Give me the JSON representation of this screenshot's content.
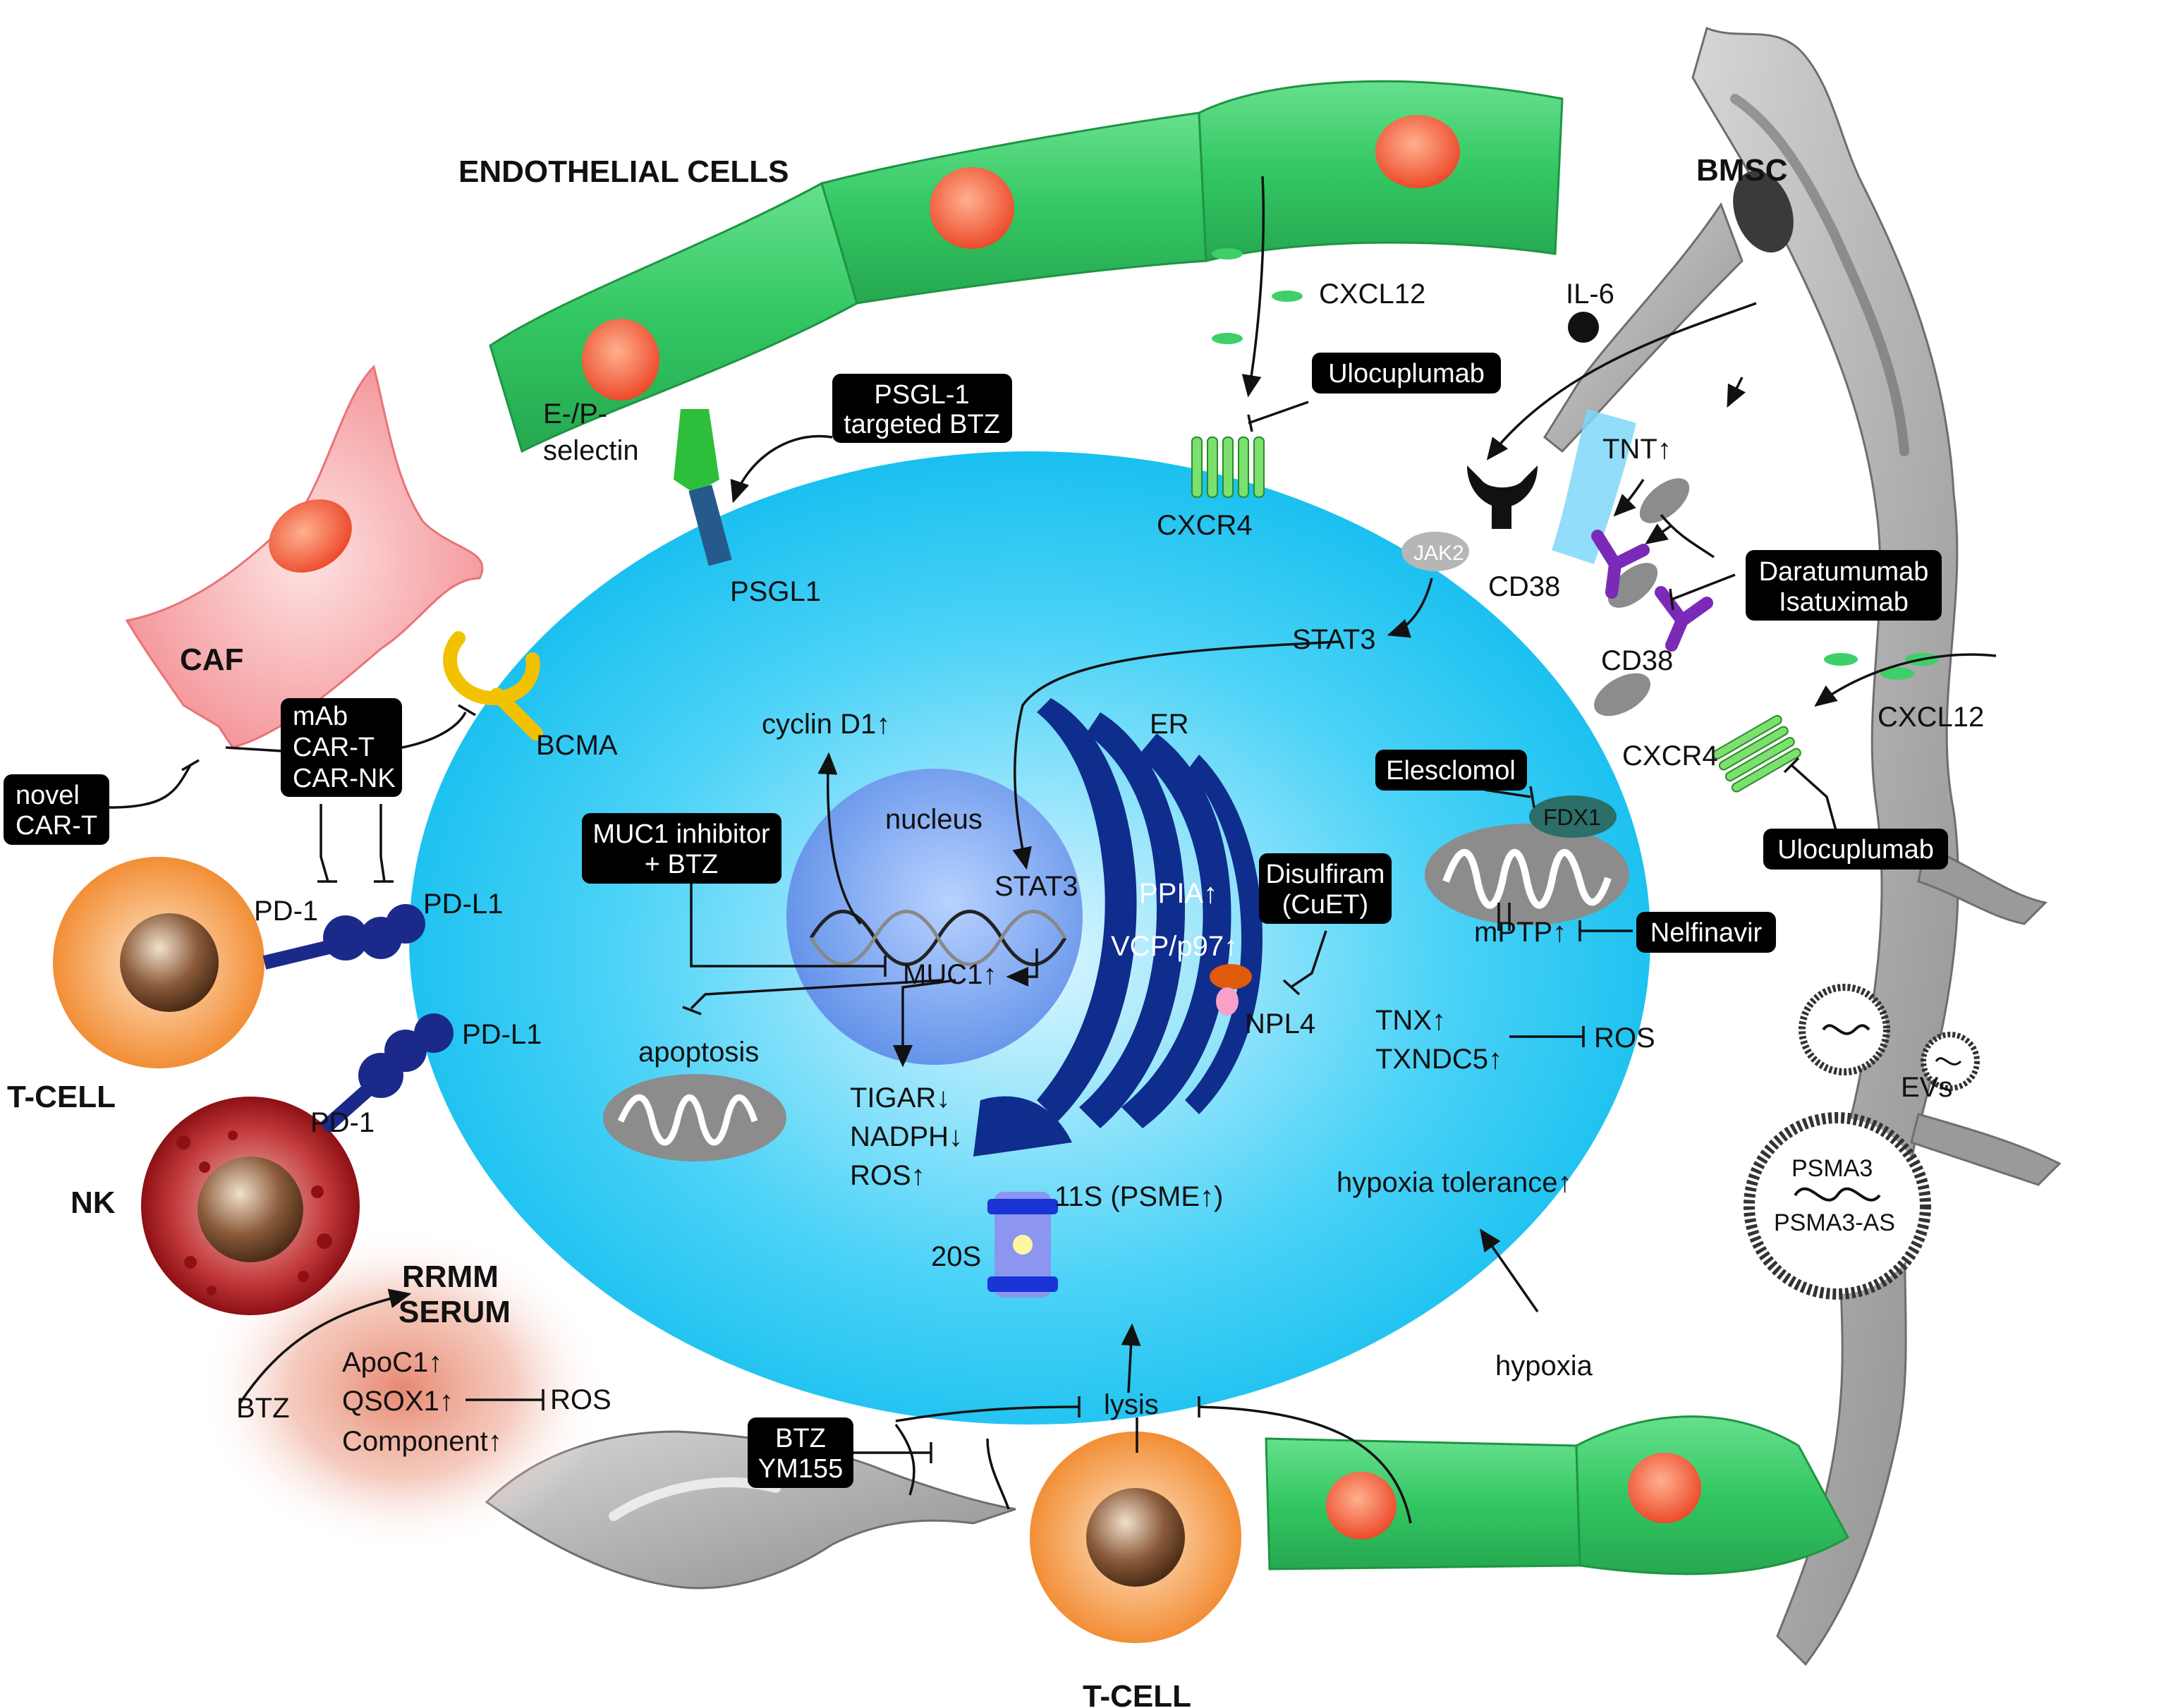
{
  "labels": {
    "endothelial_cells": "ENDOTHELIAL CELLS",
    "bmsc": "BMSC",
    "caf": "CAF",
    "tcell_left": "T-CELL",
    "tcell_bottom": "T-CELL",
    "nk": "NK",
    "rrmm_serum_line1": "RRMM",
    "rrmm_serum_line2": "SERUM",
    "cxcl12_top": "CXCL12",
    "cxcl12_right": "CXCL12",
    "il6": "IL-6",
    "e_p_selectin_line1": "E-/P-",
    "e_p_selectin_line2": "selectin",
    "psgl1": "PSGL1",
    "cxcr4_top": "CXCR4",
    "cxcr4_right": "CXCR4",
    "jak2": "JAK2",
    "cd38_left": "CD38",
    "cd38_right": "CD38",
    "tnt": "TNT↑",
    "stat3_top": "STAT3",
    "stat3_nucleus": "STAT3",
    "bcma": "BCMA",
    "cyclin_d1": "cyclin D1↑",
    "er": "ER",
    "nucleus": "nucleus",
    "ppia": "PPIA↑",
    "vcp": "VCP/p97↑",
    "npl4": "NPL4",
    "muc1": "MUC1↑",
    "apoptosis": "apoptosis",
    "tigar": "TIGAR↓",
    "nadph": "NADPH↓",
    "ros_cell": "ROS↑",
    "fdx1": "FDX1",
    "mptp": "mPTP↑",
    "tnx": "TNX↑",
    "txndc5": "TXNDC5↑",
    "ros_right": "ROS",
    "evs": "EVs",
    "psma3": "PSMA3",
    "psma3_as": "PSMA3-AS",
    "hypoxia_tolerance": "hypoxia tolerance↑",
    "hypoxia": "hypoxia",
    "s11": "11S (PSME↑)",
    "s20": "20S",
    "pd1_upper": "PD-1",
    "pdl1_upper": "PD-L1",
    "pd1_lower": "PD-1",
    "pdl1_lower": "PD-L1",
    "btz_serum": "BTZ",
    "apoc1": "ApoC1↑",
    "qsox1": "QSOX1↑",
    "component": "Component↑",
    "ros_serum": "ROS",
    "lysis": "lysis"
  },
  "boxes": {
    "psgl1_btz": [
      "PSGL-1",
      "targeted BTZ"
    ],
    "ulocuplumab_top": [
      "Ulocuplumab"
    ],
    "daratumumab": [
      "Daratumumab",
      "Isatuximab"
    ],
    "mab": [
      "mAb",
      "CAR-T",
      "CAR-NK"
    ],
    "novel_cart": [
      "novel",
      "CAR-T"
    ],
    "muc1_inhibitor": [
      "MUC1 inhibitor",
      "+ BTZ"
    ],
    "disulfiram": [
      "Disulfiram",
      "(CuET)"
    ],
    "elesclomol": [
      "Elesclomol"
    ],
    "nelfinavir": [
      "Nelfinavir"
    ],
    "ulocuplumab_right": [
      "Ulocuplumab"
    ],
    "btz_ym155": [
      "BTZ",
      "YM155"
    ]
  },
  "colors": {
    "myeloma_cell": "#12c4f0",
    "nucleus": "#6f9cf0",
    "er": "#0e2d8c",
    "endothelial": "#3ecf6a",
    "cell_nucleus": "#f4663c",
    "bmsc": "#a6a6a6",
    "caf": "#f7a8ab",
    "tcell": "#f79a48",
    "nk": "#a3161c",
    "drug_box": "#000000",
    "serum_glow": "#e5907a"
  },
  "icons": [
    "mitochondrion-icon",
    "dna-helix-icon",
    "proteasome-icon",
    "receptor-icon",
    "vesicle-icon"
  ]
}
